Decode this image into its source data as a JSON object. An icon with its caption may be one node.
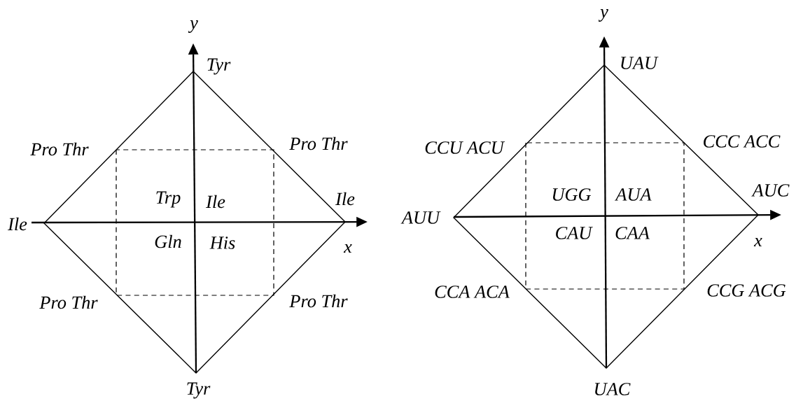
{
  "diagram": {
    "labels": [
      "y",
      "Tyr",
      "Pro Thr",
      "Pro Thr",
      "Trp",
      "Ile",
      "Ile",
      "Ile",
      "Gln",
      "His",
      "x",
      "Pro Thr",
      "Pro Thr",
      "Tyr",
      "y",
      "UAU",
      "CCU ACU",
      "CCC ACC",
      "UGG",
      "AUA",
      "AUC",
      "AUU",
      "CAU",
      "CAA",
      "x",
      "CCA ACA",
      "CCG ACG",
      "UAC"
    ]
  }
}
